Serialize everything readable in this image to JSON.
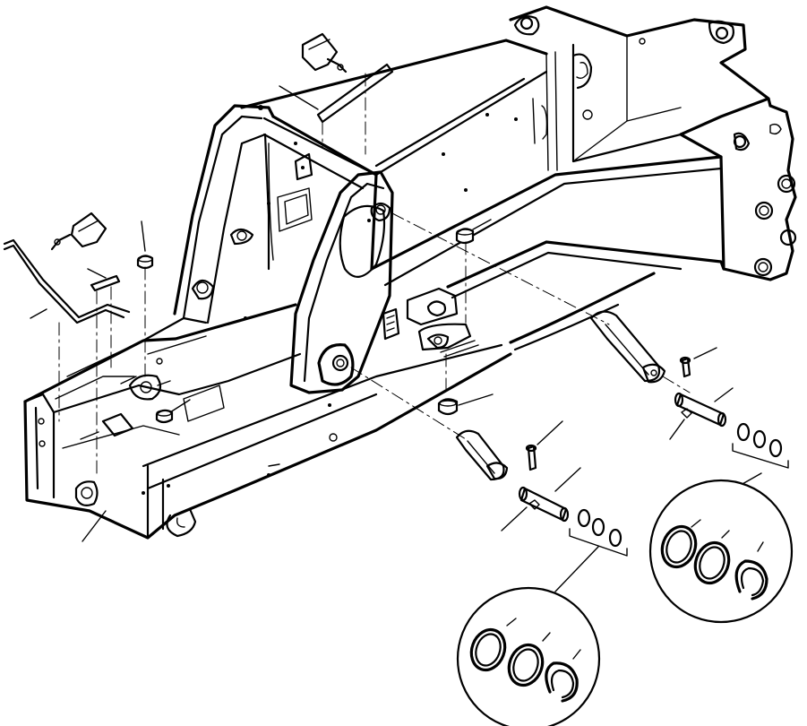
{
  "drawing": {
    "colors": {
      "ink": "#000000",
      "background": "#ffffff"
    },
    "parts": [
      "rear-frame",
      "front-lift-arm",
      "switch-upper",
      "switch-left",
      "switch-rod",
      "pin-left",
      "pin-right",
      "ring-set-left",
      "ring-set-right"
    ],
    "detail_views": 2,
    "callout_count": 22,
    "text_labels": []
  }
}
